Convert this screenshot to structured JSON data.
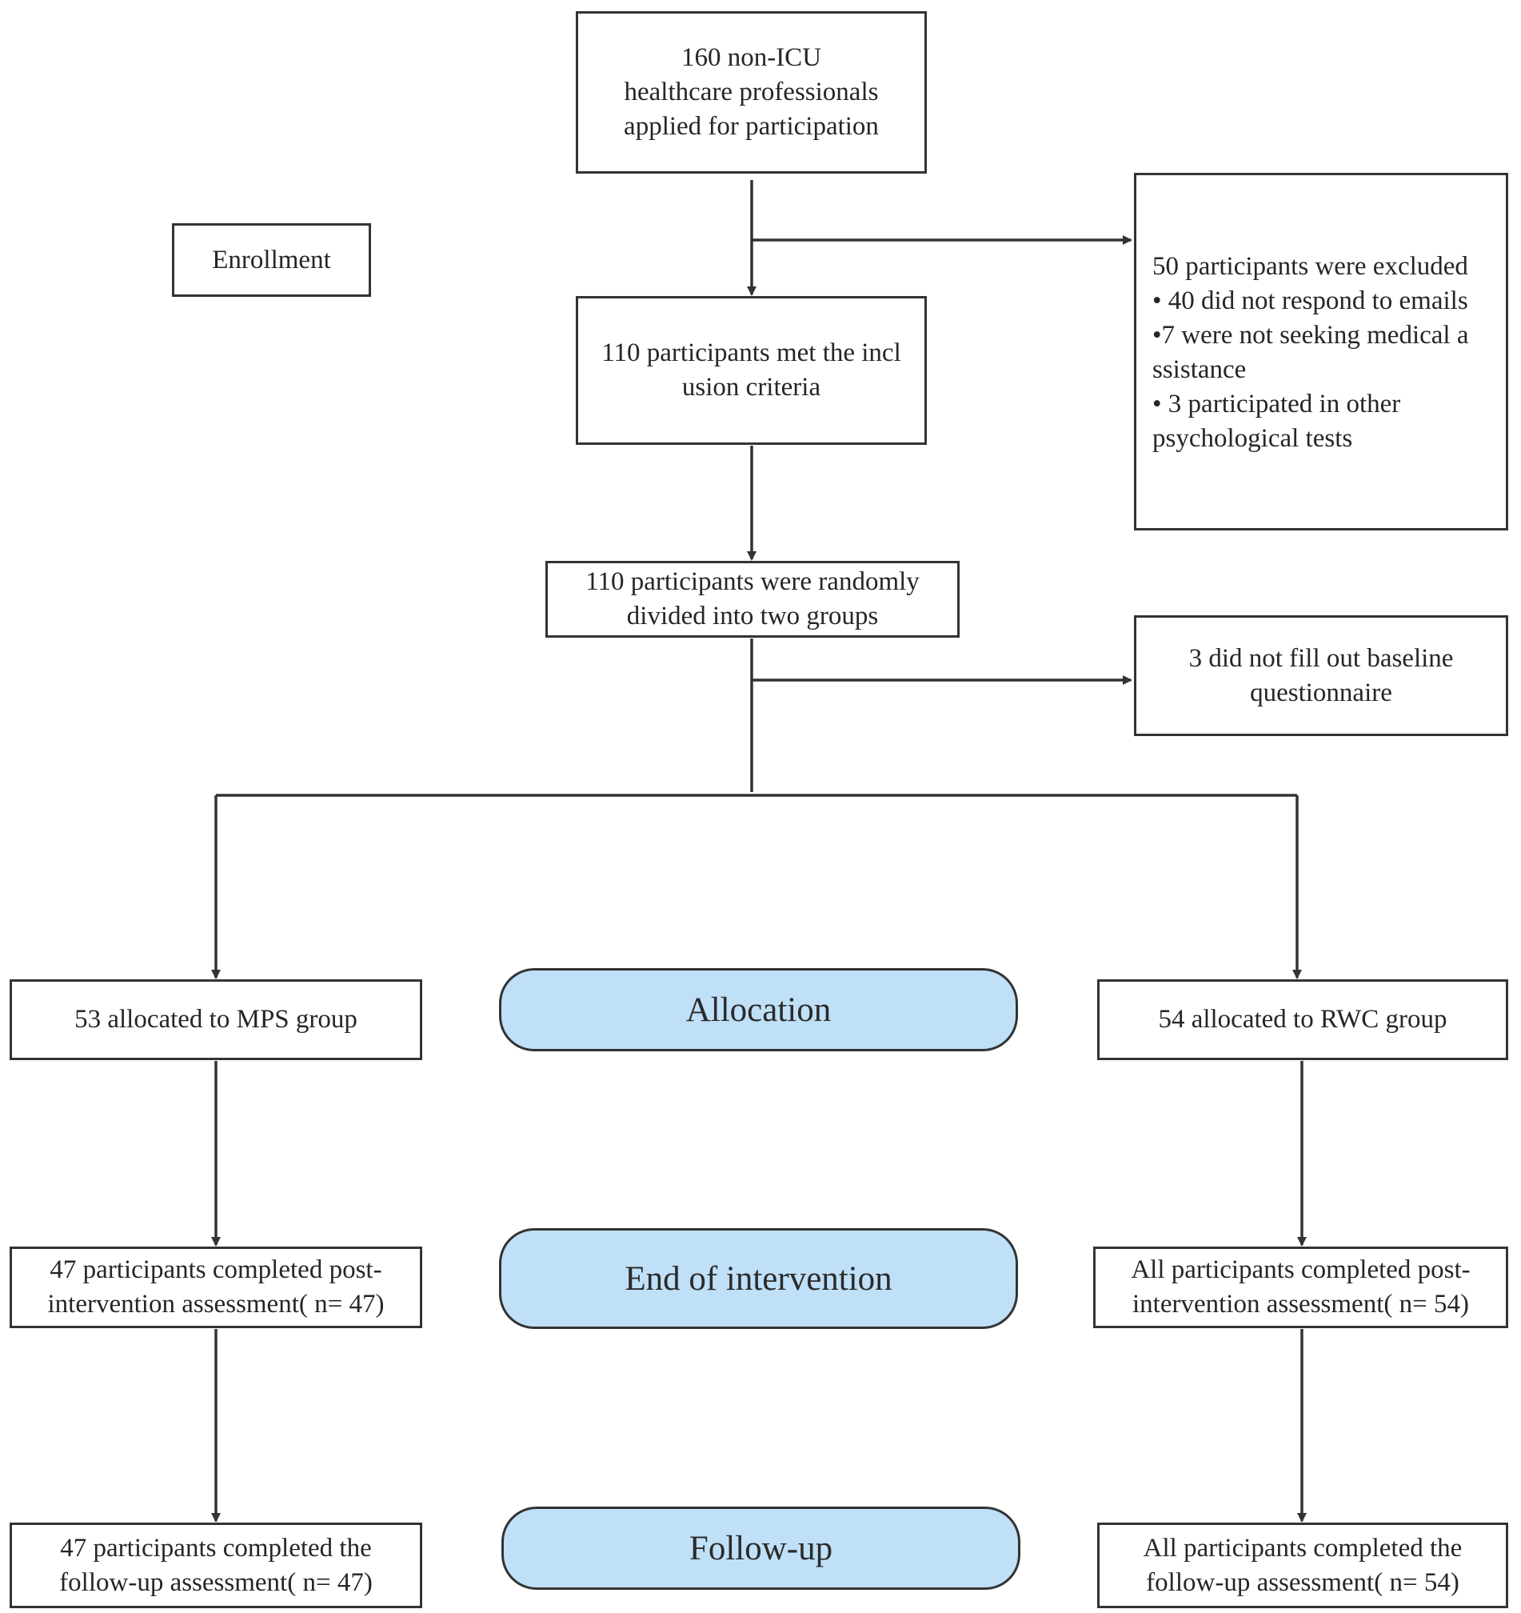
{
  "colors": {
    "line": "#333333",
    "stage_fill": "#bfe0f7",
    "box_fill": "#ffffff",
    "text": "#262626"
  },
  "nodes": {
    "applied": {
      "lines": [
        "160 non-ICU",
        "healthcare professionals",
        "applied for participation"
      ]
    },
    "enrollment": {
      "lines": [
        "Enrollment"
      ]
    },
    "excluded": {
      "lines": [
        "50 participants were excluded",
        "• 40 did not respond to emails",
        "•7 were not seeking medical a",
        "ssistance",
        "• 3 participated in other",
        "psychological tests"
      ]
    },
    "met_criteria": {
      "lines": [
        "110 participants met the incl",
        "usion criteria"
      ]
    },
    "randomized": {
      "lines": [
        "110 participants were randomly",
        "divided into two groups"
      ]
    },
    "no_baseline": {
      "lines": [
        "3 did not fill out baseline",
        "questionnaire"
      ]
    },
    "mps_alloc": {
      "lines": [
        "53 allocated to MPS group"
      ]
    },
    "rwc_alloc": {
      "lines": [
        "54 allocated to RWC group"
      ]
    },
    "mps_post": {
      "lines": [
        "47 participants completed post-",
        "intervention assessment( n= 47)"
      ]
    },
    "rwc_post": {
      "lines": [
        "All participants completed post-",
        "intervention assessment( n= 54)"
      ]
    },
    "mps_follow": {
      "lines": [
        "47 participants completed the",
        "follow-up assessment( n= 47)"
      ]
    },
    "rwc_follow": {
      "lines": [
        "All participants completed the",
        "follow-up assessment( n= 54)"
      ]
    }
  },
  "stages": {
    "allocation": "Allocation",
    "end_of_intervention": "End of intervention",
    "follow_up": "Follow-up"
  },
  "edges": [
    {
      "from": "applied",
      "to": "met_criteria"
    },
    {
      "from": "applied",
      "to": "excluded"
    },
    {
      "from": "met_criteria",
      "to": "randomized"
    },
    {
      "from": "randomized",
      "to": "no_baseline"
    },
    {
      "from": "randomized",
      "to": "mps_alloc"
    },
    {
      "from": "randomized",
      "to": "rwc_alloc"
    },
    {
      "from": "mps_alloc",
      "to": "mps_post"
    },
    {
      "from": "rwc_alloc",
      "to": "rwc_post"
    },
    {
      "from": "mps_post",
      "to": "mps_follow"
    },
    {
      "from": "rwc_post",
      "to": "rwc_follow"
    }
  ]
}
